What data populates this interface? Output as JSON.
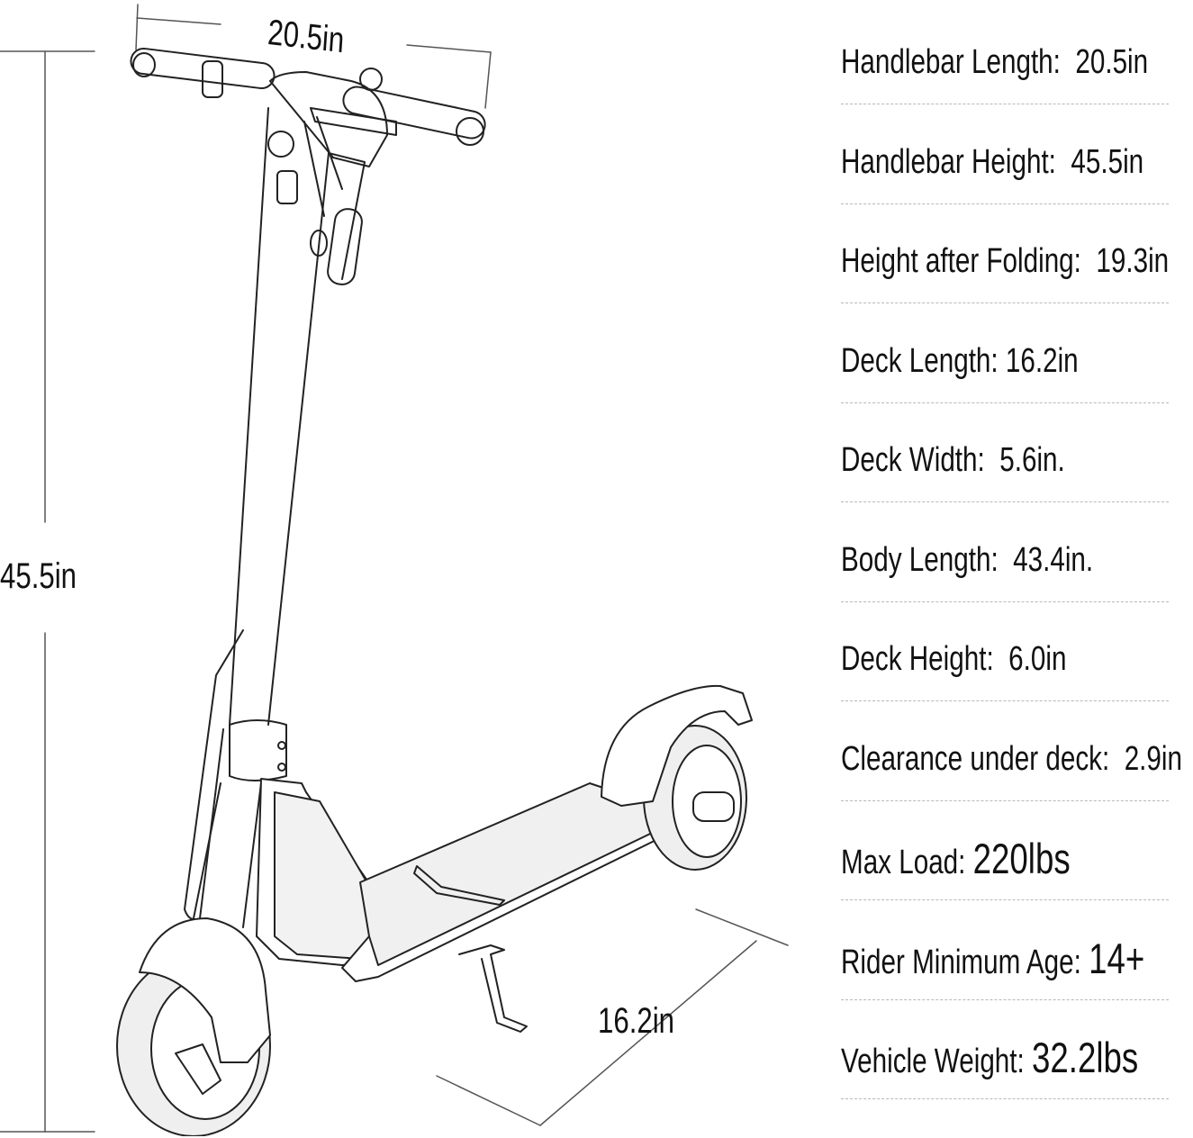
{
  "dimensions": {
    "handlebar_width": "20.5in",
    "overall_height": "45.5in",
    "deck_length": "16.2in"
  },
  "specs": [
    {
      "label": "Handlebar Length:  ",
      "value": "20.5in",
      "big": false
    },
    {
      "label": "Handlebar Height:  ",
      "value": "45.5in",
      "big": false
    },
    {
      "label": "Height after Folding:  ",
      "value": "19.3in",
      "big": false
    },
    {
      "label": "Deck Length: ",
      "value": "16.2in",
      "big": false
    },
    {
      "label": "Deck Width:  ",
      "value": "5.6in.",
      "big": false
    },
    {
      "label": "Body Length:  ",
      "value": "43.4in.",
      "big": false
    },
    {
      "label": "Deck Height:  ",
      "value": "6.0in",
      "big": false
    },
    {
      "label": "Clearance under deck:  ",
      "value": "2.9in",
      "big": false
    },
    {
      "label": "Max Load: ",
      "value": "220lbs",
      "big": true
    },
    {
      "label": "Rider Minimum Age: ",
      "value": "14+",
      "big": true
    },
    {
      "label": "Vehicle Weight: ",
      "value": "32.2lbs",
      "big": true
    }
  ]
}
